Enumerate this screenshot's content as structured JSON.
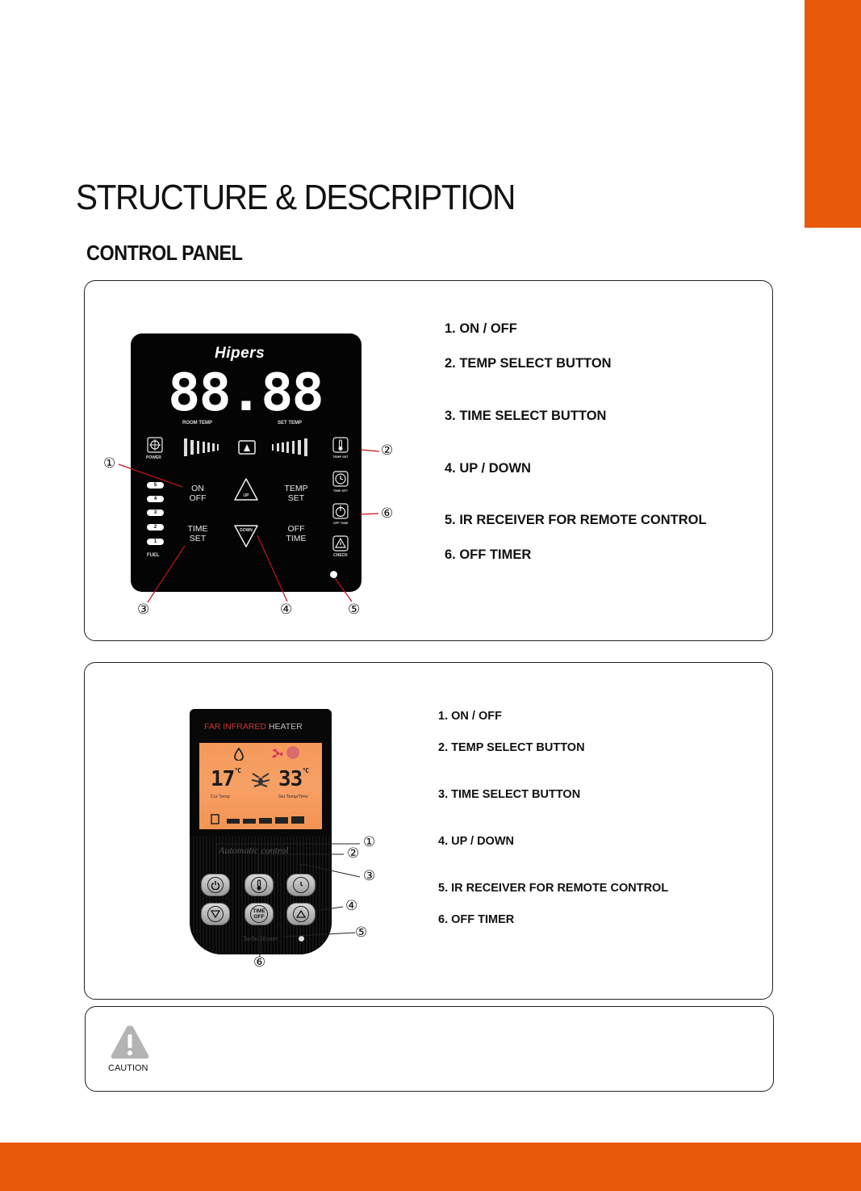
{
  "page": {
    "title": "STRUCTURE & DESCRIPTION",
    "section_title": "CONTROL PANEL",
    "accent_color": "#e8590c"
  },
  "panel1": {
    "brand": "Hipers",
    "display": "88.88",
    "room_temp_label": "ROOM TEMP",
    "set_temp_label": "SET TEMP",
    "power_label": "POWER",
    "on_off_label_1": "ON",
    "on_off_label_2": "OFF",
    "temp_set_label_1": "TEMP",
    "temp_set_label_2": "SET",
    "time_set_label_1": "TIME",
    "time_set_label_2": "SET",
    "off_time_label_1": "OFF",
    "off_time_label_2": "TIME",
    "up_label": "UP",
    "down_label": "DOWN",
    "fuel_label": "FUEL",
    "fuel_levels": [
      "5",
      "4",
      "3",
      "2",
      "1"
    ],
    "temp_set_icon_label": "TEMP SET",
    "time_set_icon_label": "TIME SET",
    "off_time_icon_label": "OFF TIME",
    "check_label": "CHECK",
    "callouts": [
      "①",
      "②",
      "③",
      "④",
      "⑤",
      "⑥"
    ],
    "items": [
      "1. ON / OFF",
      "2. TEMP SELECT BUTTON",
      "3. TIME SELECT BUTTON",
      "4. UP / DOWN",
      "5. IR RECEIVER FOR REMOTE CONTROL",
      "6. OFF TIMER"
    ]
  },
  "panel2": {
    "header_a": "FAR INFRARED",
    "header_b": "HEATER",
    "cur_temp": "17",
    "set_temp": "33",
    "unit": "°C",
    "cur_temp_label": "Cur Temp",
    "set_temp_label": "Set Temp/Time",
    "script_text": "Automatic control",
    "script_text_2": "Turbo Heater",
    "time_off_label": "TIME OFF",
    "callouts": [
      "①",
      "②",
      "③",
      "④",
      "⑤",
      "⑥"
    ],
    "items": [
      "1. ON / OFF",
      "2. TEMP SELECT BUTTON",
      "3. TIME SELECT BUTTON",
      "4. UP / DOWN",
      "5. IR RECEIVER FOR REMOTE CONTROL",
      "6. OFF TIMER"
    ]
  },
  "caution": {
    "label": "CAUTION"
  }
}
